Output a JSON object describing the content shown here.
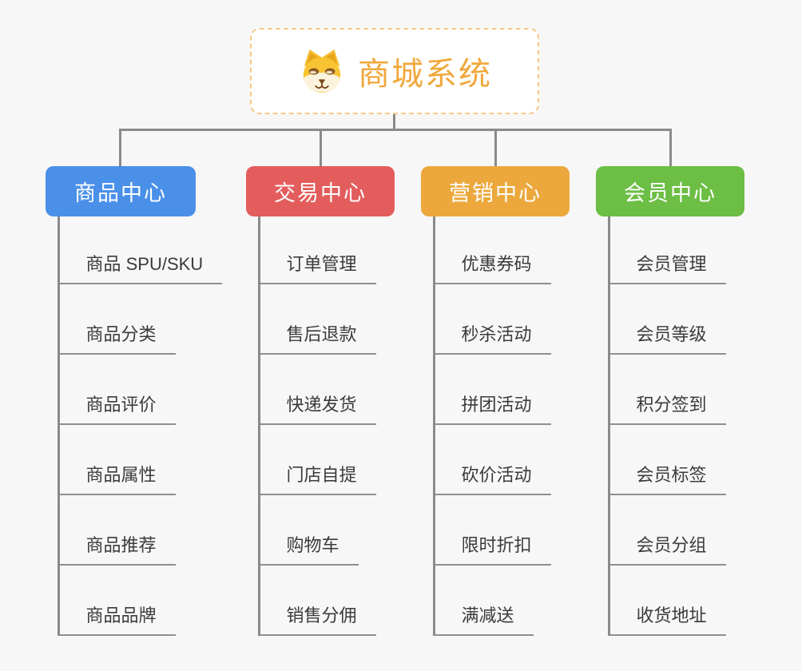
{
  "root": {
    "title": "商城系统",
    "icon": "shiba-dog-icon",
    "title_color": "#f0a83c",
    "border_color": "#f4c98a"
  },
  "colors": {
    "connector": "#8a8a8a",
    "background": "#f7f7f7"
  },
  "branches": [
    {
      "label": "商品中心",
      "color": "#4a90e9",
      "children": [
        "商品 SPU/SKU",
        "商品分类",
        "商品评价",
        "商品属性",
        "商品推荐",
        "商品品牌"
      ]
    },
    {
      "label": "交易中心",
      "color": "#e35d5d",
      "children": [
        "订单管理",
        "售后退款",
        "快递发货",
        "门店自提",
        "购物车",
        "销售分佣"
      ]
    },
    {
      "label": "营销中心",
      "color": "#eca83d",
      "children": [
        "优惠券码",
        "秒杀活动",
        "拼团活动",
        "砍价活动",
        "限时折扣",
        "满减送"
      ]
    },
    {
      "label": "会员中心",
      "color": "#6cbe44",
      "children": [
        "会员管理",
        "会员等级",
        "积分签到",
        "会员标签",
        "会员分组",
        "收货地址"
      ]
    }
  ]
}
